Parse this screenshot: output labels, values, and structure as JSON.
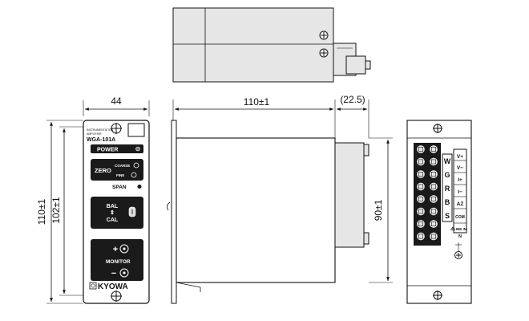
{
  "dimensions": {
    "front_width": "44",
    "side_depth": "110±1",
    "connector_depth": "(22.5)",
    "front_height_outer": "110±1",
    "front_height_inner": "102±1",
    "rear_height": "90±1"
  },
  "front_panel": {
    "small_caption_1": "INSTRUMENTATION",
    "small_caption_2": "AMPLIFIER",
    "model": "WGA-101A",
    "power_label": "POWER",
    "zero_label": "ZERO",
    "coarse_label": "COARSE",
    "fine_label": "FINE",
    "span_label": "SPAN",
    "bal_label": "BAL",
    "cal_label": "CAL",
    "monitor_label": "MONITOR",
    "plus_symbol": "+",
    "minus_symbol": "−",
    "brand": "KYOWA"
  },
  "rear_panel": {
    "left_terminals": [
      "W",
      "G",
      "R",
      "B",
      "S"
    ],
    "right_terminals": [
      "V+",
      "V−",
      "I+",
      "I−",
      "AZ",
      "COM",
      "LINE IN"
    ],
    "bottom_label": "N"
  },
  "colors": {
    "line": "#111111",
    "panel_fill": "#ffffff",
    "body_fill": "#e6e6e6",
    "dark_block": "#1a1a1a"
  }
}
